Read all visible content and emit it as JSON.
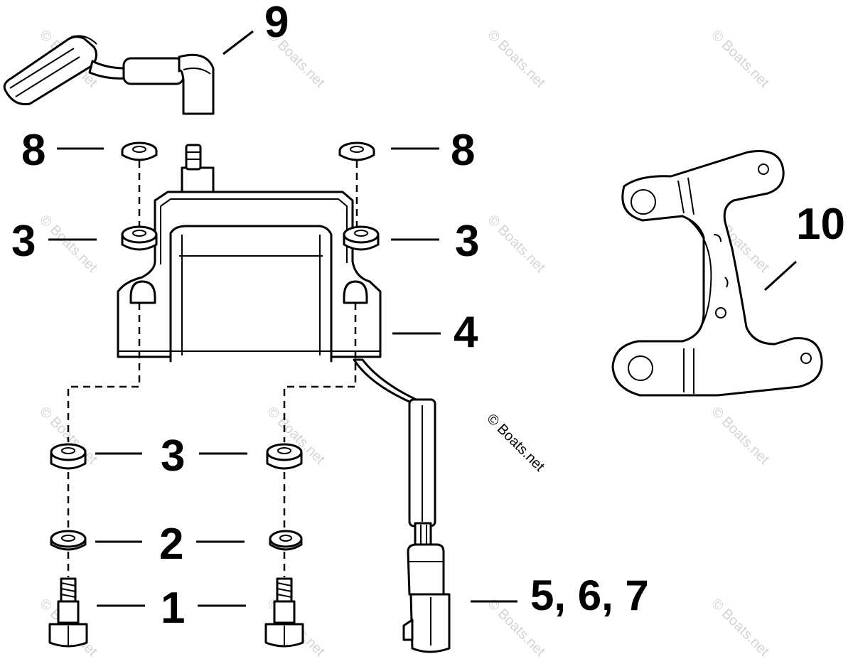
{
  "watermark": "© Boats.net",
  "callouts": {
    "c1a": "1",
    "c1b": "1",
    "c2a": "2",
    "c2b": "2",
    "c3a": "3",
    "c3b": "3",
    "c3c": "3",
    "c3d": "3",
    "c4": "4",
    "c567": "5, 6, 7",
    "c8a": "8",
    "c8b": "8",
    "c9": "9",
    "c10": "10"
  }
}
